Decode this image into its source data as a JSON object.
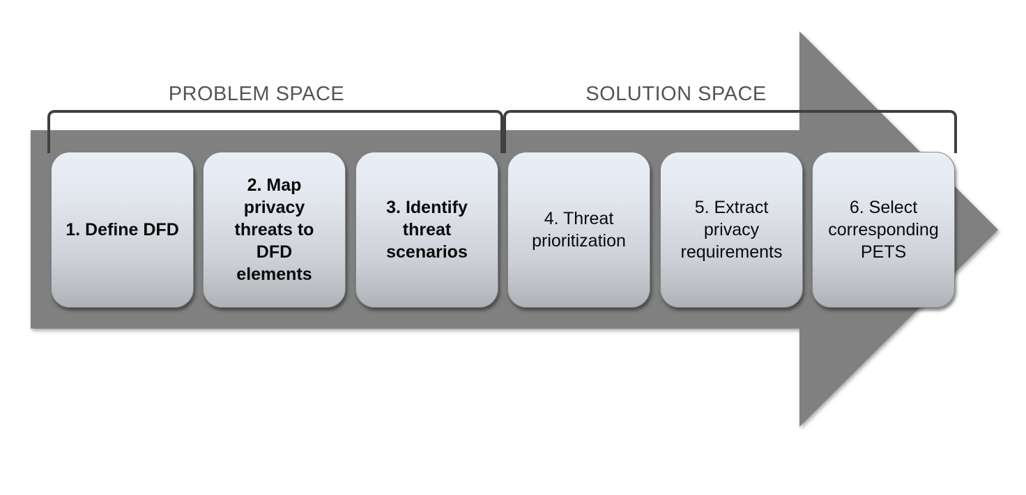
{
  "diagram": {
    "problem_space_label": "PROBLEM SPACE",
    "solution_space_label": "SOLUTION SPACE",
    "steps": [
      {
        "label": "1. Define DFD",
        "phase": "problem",
        "emphasis": "bold"
      },
      {
        "label": "2. Map\nprivacy\nthreats to\nDFD\nelements",
        "phase": "problem",
        "emphasis": "bold"
      },
      {
        "label": "3. Identify\nthreat\nscenarios",
        "phase": "problem",
        "emphasis": "bold"
      },
      {
        "label": "4. Threat\nprioritization",
        "phase": "solution",
        "emphasis": "regular"
      },
      {
        "label": "5. Extract\nprivacy\nrequirements",
        "phase": "solution",
        "emphasis": "regular"
      },
      {
        "label": "6. Select\ncorresponding\nPETS",
        "phase": "solution",
        "emphasis": "regular"
      }
    ],
    "colors": {
      "arrow": "#808080",
      "bracket": "#404040",
      "label_text": "#545454",
      "box_top": "#eaeef7",
      "box_bottom": "#afb2b7",
      "box_text": "#0a0a0a",
      "background": "#ffffff"
    }
  }
}
